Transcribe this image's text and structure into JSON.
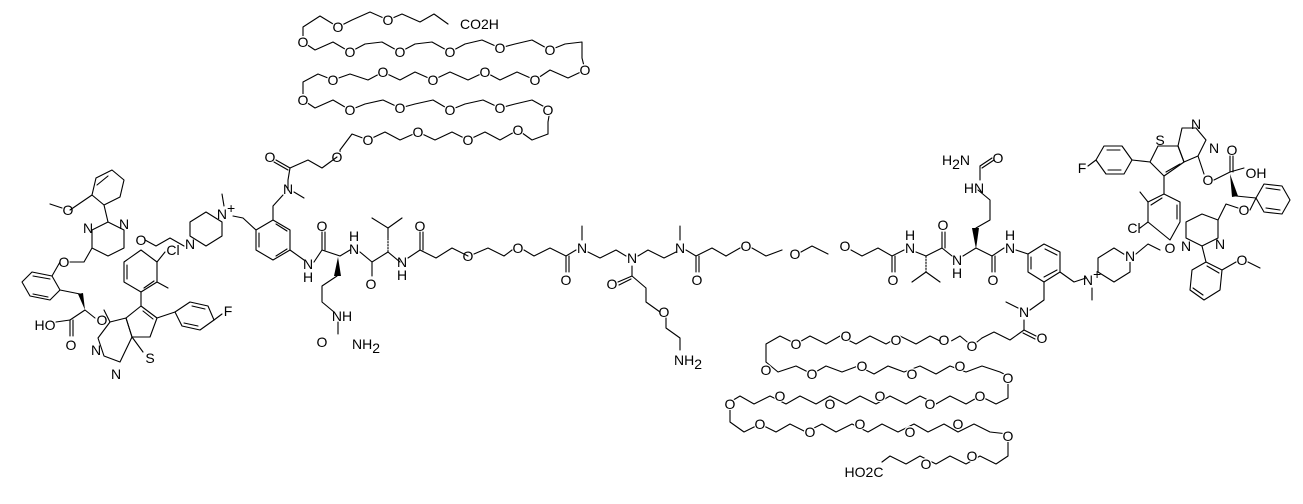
{
  "diagram": {
    "type": "chemical-structure",
    "description": "Symmetric dimeric PROTAC-like conjugate: two thienopyrimidine (Mcl-1 inhibitor-like) warheads linked via quaternary piperazinium / benzyl / citrulline-valine dipeptide / PEG linkers to a central branched tertiary amine bearing an aminoethoxy-propanoyl arm; each benzyl carries a long PEG-acid chain.",
    "background": "#ffffff",
    "line_color": "#000000"
  },
  "labels": {
    "co2h_top": "CO2H",
    "ho2c_bottom": "HO2C",
    "o": "O",
    "n": "N",
    "nplus": "N",
    "plus": "+",
    "s": "S",
    "f": "F",
    "cl": "Cl",
    "ho": "HO",
    "oh": "OH",
    "h": "H",
    "nh": "NH",
    "hn": "HN",
    "nh2": "NH2",
    "h2n": "H2N",
    "nh2_main": "NH",
    "sub2": "2"
  },
  "fragments": {
    "left_warhead": [
      "thieno[2,3-d]pyrimidine",
      "4-fluorophenyl",
      "3-chloro-2-methylphenoxy",
      "2-(2-methoxyphenyl)pyrimidin-4-ylmethoxy-phenyl",
      "2-hydroxy-propanoic acid"
    ],
    "left_linker": [
      "ethyl-piperazinium (N-methyl, +)",
      "benzyl",
      "N-methyl amide",
      "PEG chain to CO2H"
    ],
    "peptide": [
      "citrulline",
      "valine"
    ],
    "center": [
      "PEG2",
      "N-methyl amide",
      "bis(ethyl) tertiary amine",
      "3-(2-aminoethoxy)propanoyl",
      "PEG3"
    ],
    "right_warhead": [
      "thieno[2,3-d]pyrimidine",
      "4-fluorophenyl",
      "3-chloro-2-methylphenoxy",
      "2-(2-methoxyphenyl)pyrimidin-4-ylmethoxy-phenyl",
      "2-hydroxy-propanoic acid"
    ],
    "right_linker": [
      "ethyl-piperazinium (N-methyl, +)",
      "benzyl",
      "N-methyl amide",
      "PEG chain to HO2C"
    ]
  }
}
